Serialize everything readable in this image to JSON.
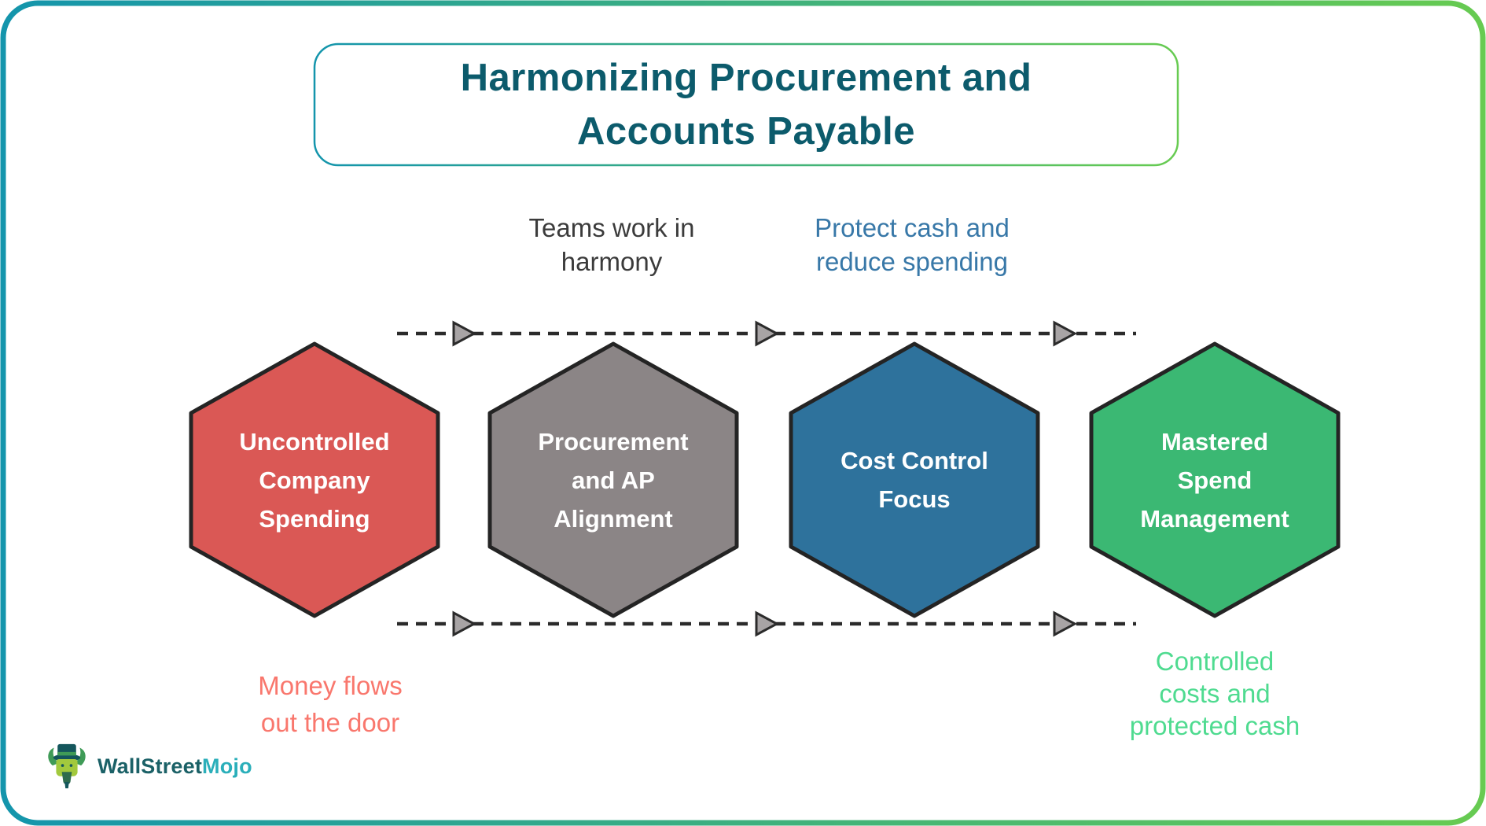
{
  "page": {
    "border_gradient_start": "#1495AC",
    "border_gradient_end": "#67CB51",
    "background": "#FFFFFF"
  },
  "title": {
    "text": "Harmonizing Procurement and\nAccounts Payable",
    "color": "#0C5B6C"
  },
  "flow": {
    "arrow_color": "#2B2B2B",
    "arrowhead_fill": "#A8A4A5",
    "hex_stroke": "#242424",
    "top_labels": [
      {
        "text": "Teams work in\nharmony",
        "color": "#3B3B3B"
      },
      {
        "text": "Protect cash and\nreduce spending",
        "color": "#3878A8"
      }
    ],
    "bottom_labels": [
      {
        "text": "Money flows\nout the door",
        "color": "#F9776D"
      },
      {
        "text": "Controlled\ncosts and\nprotected cash",
        "color": "#4FDB90"
      }
    ],
    "stages": [
      {
        "label": "Uncontrolled\nCompany\nSpending",
        "color": "#DA5855"
      },
      {
        "label": "Procurement\nand AP\nAlignment",
        "color": "#8B8586"
      },
      {
        "label": "Cost Control\nFocus",
        "color": "#2E729C"
      },
      {
        "label": "Mastered\nSpend\nManagement",
        "color": "#3BB873"
      }
    ]
  },
  "logo": {
    "brand_primary": "WallStreet",
    "brand_accent": "Mojo",
    "primary_color": "#1B6167",
    "accent_color": "#2BAFBA"
  }
}
